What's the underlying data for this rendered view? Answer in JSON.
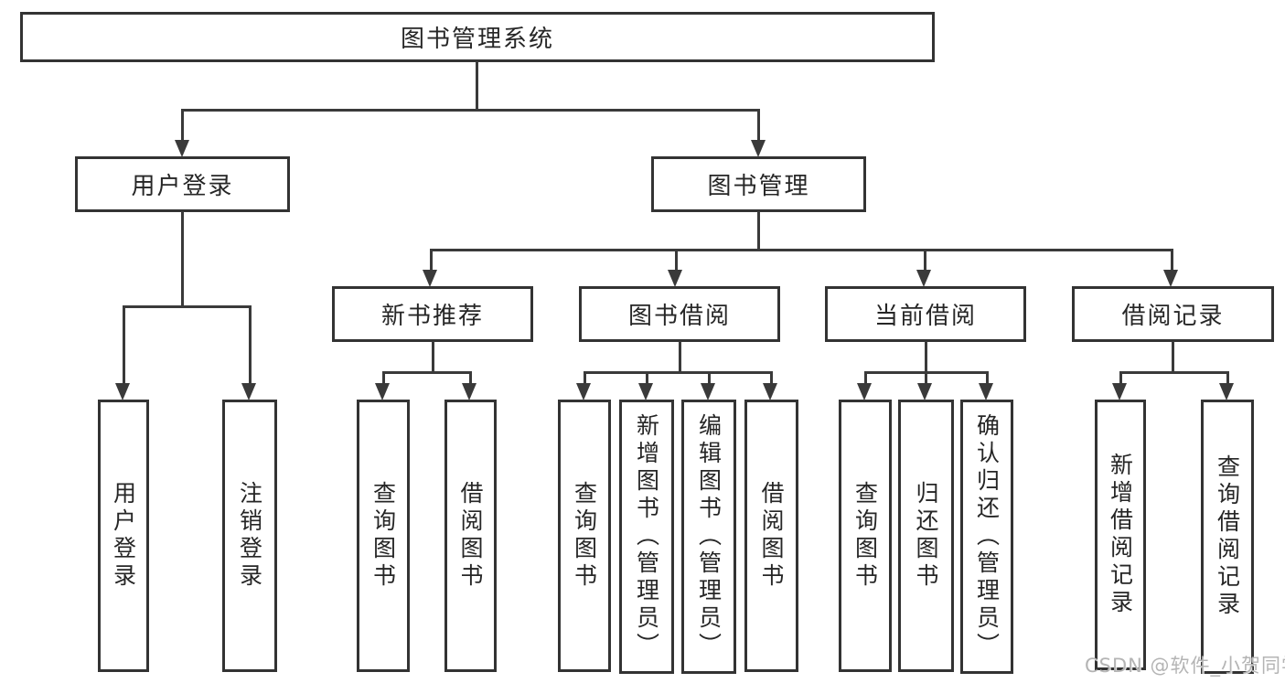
{
  "diagram": {
    "root": {
      "label": "图书管理系统"
    },
    "branches": {
      "user_login": {
        "label": "用户登录"
      },
      "book_management": {
        "label": "图书管理"
      }
    },
    "modules": {
      "new_book_recommend": {
        "label": "新书推荐"
      },
      "book_borrowing": {
        "label": "图书借阅"
      },
      "current_borrowing": {
        "label": "当前借阅"
      },
      "borrowing_records": {
        "label": "借阅记录"
      }
    },
    "leaves": {
      "user_login_login": "用户登录",
      "user_login_logout": "注销登录",
      "new_book_query": "查询图书",
      "new_book_borrow": "借阅图书",
      "borrowing_query": "查询图书",
      "borrowing_add": "新增图书（管理员）",
      "borrowing_edit": "编辑图书（管理员）",
      "borrowing_borrow": "借阅图书",
      "current_query": "查询图书",
      "current_return": "归还图书",
      "current_confirm": "确认归还（管理员）",
      "records_add": "新增借阅记录",
      "records_query": "查询借阅记录"
    },
    "colors": {
      "line": "#3a3a3a",
      "border": "#333333",
      "text": "#262626",
      "background": "#ffffff"
    }
  },
  "watermark": {
    "text": "CSDN @软件_小贺同学",
    "color": "#b4b4b4"
  }
}
